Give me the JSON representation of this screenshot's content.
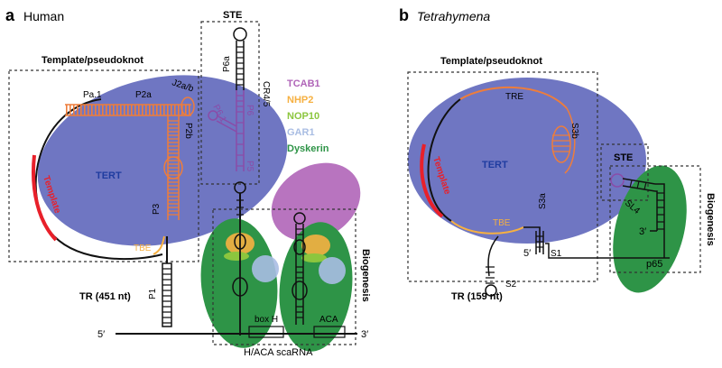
{
  "panel_a": {
    "letter": "a",
    "organism": "Human",
    "ste_label": "STE",
    "template_pseudoknot_label": "Template/pseudoknot",
    "tert_label": "TERT",
    "template_label": "Template",
    "tbe_label": "TBE",
    "helices": {
      "pa1": "Pa.1",
      "p2a": "P2a",
      "j2a_b": "J2a/b",
      "p2b": "P2b",
      "p3": "P3",
      "p6a": "P6a",
      "p6": "P6",
      "p61": "P6.1",
      "p5": "P5",
      "cr45": "CR4/5",
      "p1": "P1"
    },
    "legend": [
      {
        "name": "TCAB1",
        "color": "#b065b8"
      },
      {
        "name": "NHP2",
        "color": "#f6b041"
      },
      {
        "name": "NOP10",
        "color": "#8cc63e"
      },
      {
        "name": "GAR1",
        "color": "#a9bde3"
      },
      {
        "name": "Dyskerin",
        "color": "#2e9447"
      }
    ],
    "biogenesis_label": "Biogenesis",
    "tr_label": "TR (451 nt)",
    "box_h_label": "box H",
    "aca_label": "ACA",
    "scarna_label": "H/ACA scaRNA",
    "five_prime": "5′",
    "three_prime": "3′"
  },
  "panel_b": {
    "letter": "b",
    "organism": "Tetrahymena",
    "template_pseudoknot_label": "Template/pseudoknot",
    "tre_label": "TRE",
    "s3b_label": "S3b",
    "tert_label": "TERT",
    "template_label": "Template",
    "s3a_label": "S3a",
    "tbe_label": "TBE",
    "s1_label": "S1",
    "s2_label": "S2",
    "ste_label": "STE",
    "sl4_label": "SL4",
    "biogenesis_label": "Biogenesis",
    "p65_label": "p65",
    "tr_label": "TR (159 nt)",
    "five_prime": "5′",
    "three_prime": "3′"
  },
  "colors": {
    "tert": "#6f76c2",
    "rna_orange": "#ee7d3b",
    "template_red": "#e8202a",
    "tbe_yellow": "#f6b041",
    "p6_purple": "#8a4ca8",
    "tert_text": "#1f3ca0",
    "dyskerin_green": "#2e9447",
    "tcab1_purple": "#b065b8",
    "nhp2_orange": "#f6b041",
    "nop10_green": "#8cc63e",
    "gar1_blue": "#a9bde3",
    "rna_black": "#111111"
  }
}
